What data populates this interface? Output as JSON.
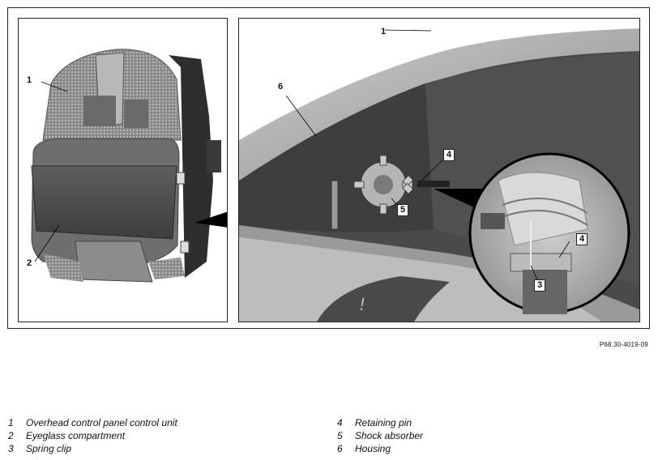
{
  "figure": {
    "reference_code": "P68.30-4019-09",
    "left_callouts": [
      "1",
      "2"
    ],
    "right_callouts": [
      "1",
      "6",
      "4",
      "5",
      "4",
      "3"
    ]
  },
  "legend": {
    "left": [
      {
        "num": "1",
        "text": "Overhead control panel control unit"
      },
      {
        "num": "2",
        "text": "Eyeglass compartment"
      },
      {
        "num": "3",
        "text": "Spring clip"
      }
    ],
    "right": [
      {
        "num": "4",
        "text": "Retaining pin"
      },
      {
        "num": "5",
        "text": "Shock absorber"
      },
      {
        "num": "6",
        "text": "Housing"
      }
    ]
  }
}
